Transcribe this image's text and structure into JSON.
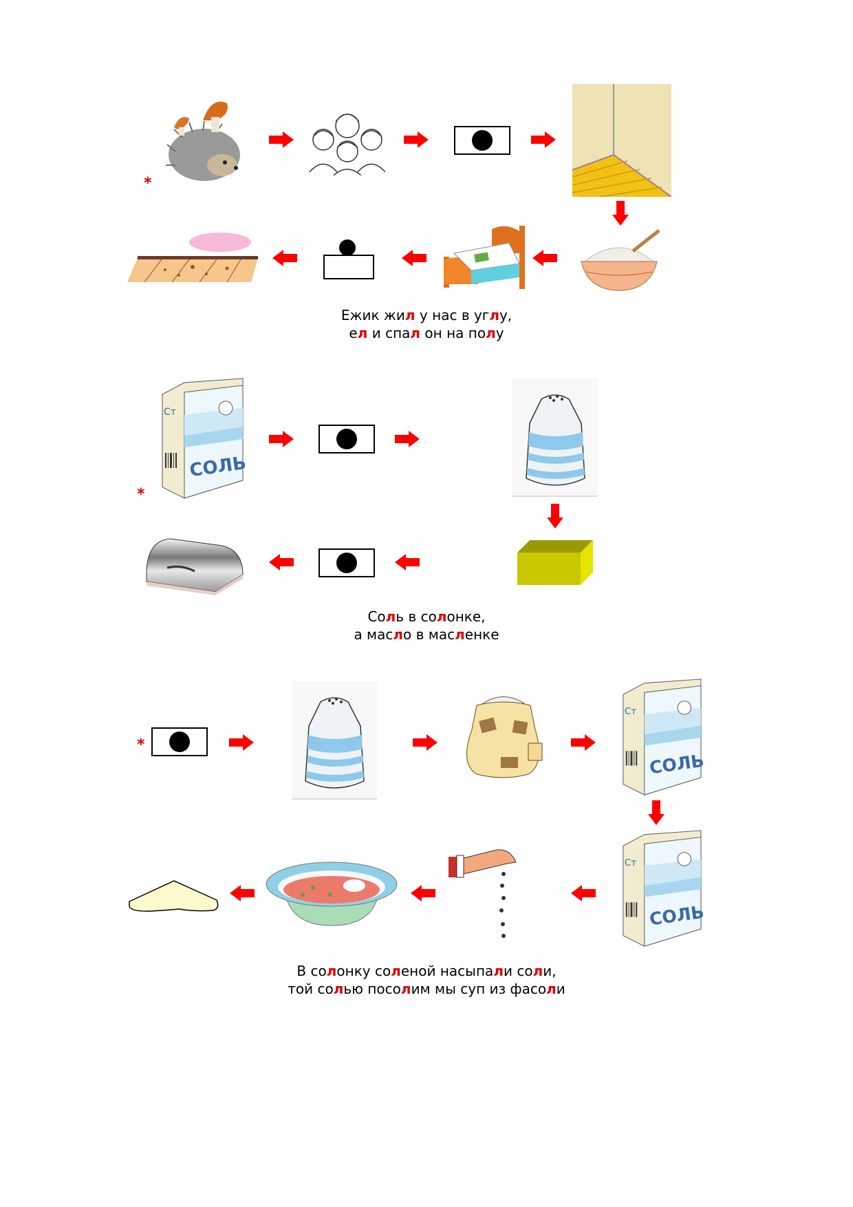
{
  "colors": {
    "arrow": "#ff0000",
    "highlight": "#e00000",
    "text": "#000000"
  },
  "sections": [
    {
      "start_marker": "*",
      "pictures": [
        "hedgehog-with-mushrooms",
        "group-of-children",
        "symbol-sound-inside",
        "room-corner",
        "bowl-of-porridge",
        "bed",
        "symbol-sound-end",
        "floor"
      ],
      "verse": [
        [
          [
            "Ежик жи",
            false
          ],
          [
            "л",
            true
          ],
          [
            " у нас в уг",
            false
          ],
          [
            "л",
            true
          ],
          [
            "у,",
            false
          ]
        ],
        [
          [
            "е",
            false
          ],
          [
            "л",
            true
          ],
          [
            " и спа",
            false
          ],
          [
            "л",
            true
          ],
          [
            " он на по",
            false
          ],
          [
            "л",
            true
          ],
          [
            "у",
            false
          ]
        ]
      ]
    },
    {
      "start_marker": "*",
      "pictures": [
        "salt-box",
        "symbol-sound-inside",
        "salt-shaker",
        "butter-block",
        "symbol-sound-inside",
        "bread-box"
      ],
      "verse": [
        [
          [
            "Со",
            false
          ],
          [
            "л",
            true
          ],
          [
            "ь в со",
            false
          ],
          [
            "л",
            true
          ],
          [
            "онке,",
            false
          ]
        ],
        [
          [
            "а мас",
            false
          ],
          [
            "л",
            true
          ],
          [
            "о в мас",
            false
          ],
          [
            "л",
            true
          ],
          [
            "енке",
            false
          ]
        ]
      ]
    },
    {
      "start_marker": "*",
      "pictures": [
        "symbol-sound-inside",
        "salt-shaker",
        "sack-of-salt",
        "salt-box",
        "salt-box",
        "hand-salting",
        "bowl-of-soup",
        "pile-of-salt"
      ],
      "verse": [
        [
          [
            "В со",
            false
          ],
          [
            "л",
            true
          ],
          [
            "онку со",
            false
          ],
          [
            "л",
            true
          ],
          [
            "еной насыпа",
            false
          ],
          [
            "л",
            true
          ],
          [
            "и со",
            false
          ],
          [
            "л",
            true
          ],
          [
            "и,",
            false
          ]
        ],
        [
          [
            "той со",
            false
          ],
          [
            "л",
            true
          ],
          [
            "ью посо",
            false
          ],
          [
            "л",
            true
          ],
          [
            "им мы суп из фасо",
            false
          ],
          [
            "л",
            true
          ],
          [
            "и",
            false
          ]
        ]
      ]
    }
  ]
}
